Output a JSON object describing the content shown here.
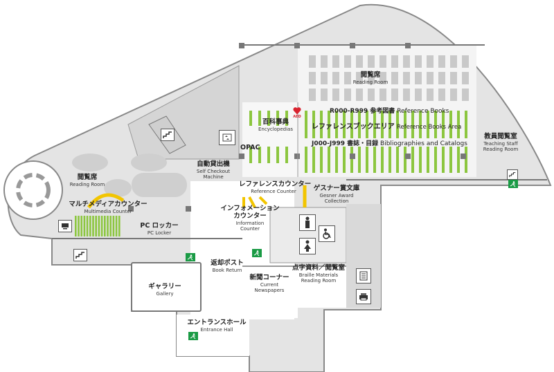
{
  "colors": {
    "floor": "#e4e4e4",
    "wall": "#777777",
    "shelf_green": "#8cc63f",
    "shelf_gray": "#bdbdbd",
    "yellow_counter": "#f2c500",
    "aed_red": "#d9232f",
    "exit_green": "#1a9b45"
  },
  "labels": {
    "reading_room_top": {
      "jp": "閲覧席",
      "en": "Reading Room"
    },
    "encyclopedias": {
      "jp": "百科事典",
      "en": "Encyclopedias"
    },
    "aed": "AED",
    "ref_books_line": {
      "jp": "R000-R999 参考図書",
      "en": "Reference Books"
    },
    "ref_area_line": {
      "jp": "レファレンスブックエリア",
      "en": "Reference Books Area"
    },
    "biblio_line": {
      "jp": "J000-J999 書誌・目録",
      "en": "Bibliographies and Catalogs"
    },
    "teaching_staff": {
      "jp": "教員閲覧室",
      "en1": "Teaching Staff",
      "en2": "Reading Room"
    },
    "opac": "OPAC",
    "self_checkout": {
      "jp": "自動貸出機",
      "en1": "Self Checkout",
      "en2": "Machine"
    },
    "reading_room_left": {
      "jp": "閲覧席",
      "en": "Reading Room"
    },
    "multimedia": {
      "jp": "マルチメディアカウンター",
      "en": "Multimedia Counter"
    },
    "pc_locker": {
      "jp": "PC ロッカー",
      "en": "PC Locker"
    },
    "reference_counter": {
      "jp": "レファレンスカウンター",
      "en": "Reference Counter"
    },
    "gesner": {
      "jp": "ゲスナー賞文庫",
      "en1": "Gesner Award",
      "en2": "Collection"
    },
    "information": {
      "jp1": "インフォメーション",
      "jp2": "カウンター",
      "en1": "Information",
      "en2": "Counter"
    },
    "book_return": {
      "jp": "返却ポスト",
      "en": "Book Return"
    },
    "newspapers": {
      "jp": "新聞コーナー",
      "en1": "Current",
      "en2": "Newspapers"
    },
    "braille": {
      "jp": "点字資料／閲覧室",
      "en1": "Braille Materials",
      "en2": "Reading Room"
    },
    "gallery": {
      "jp": "ギャラリー",
      "en": "Gallery"
    },
    "entrance": {
      "jp": "エントランスホール",
      "en": "Entrance Hall"
    }
  },
  "icons": [
    "elevator-icon",
    "stairs-icon",
    "aed-icon",
    "male-restroom-icon",
    "female-restroom-icon",
    "accessible-restroom-icon",
    "emergency-exit-icon",
    "document-icon",
    "printer-icon",
    "pc-icon"
  ]
}
